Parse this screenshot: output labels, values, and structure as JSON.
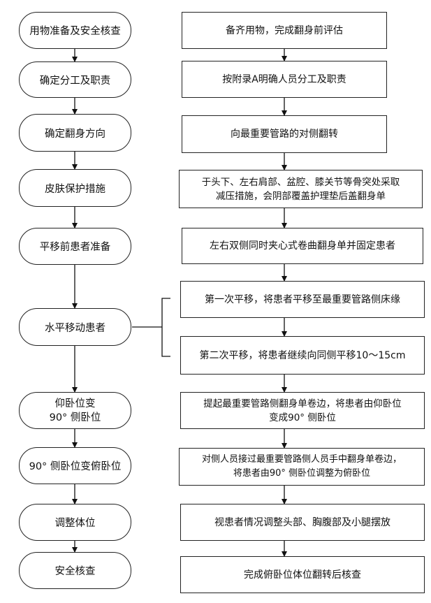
{
  "left_steps": [
    {
      "label": "用物准备及安全核查"
    },
    {
      "label": "确定分工及职责"
    },
    {
      "label": "确定翻身方向"
    },
    {
      "label": "皮肤保护措施"
    },
    {
      "label": "平移前患者准备"
    },
    {
      "label": "水平移动患者"
    },
    {
      "label": "仰卧位变\n90° 侧卧位"
    },
    {
      "label": "90° 侧卧位变俯卧位"
    },
    {
      "label": "调整体位"
    },
    {
      "label": "安全核查"
    }
  ],
  "right_steps": [
    {
      "label": "备齐用物，完成翻身前评估"
    },
    {
      "label": "按附录A明确人员分工及职责"
    },
    {
      "label": "向最重要管路的对侧翻转"
    },
    {
      "label": "于头下、左右肩部、盆腔、膝关节等骨突处采取\n减压措施，会阴部覆盖护理垫后盖翻身单"
    },
    {
      "label": "左右双侧同时夹心式卷曲翻身单并固定患者"
    },
    {
      "label": "第一次平移，将患者平移至最重要管路侧床缘"
    },
    {
      "label": "第二次平移，将患者继续向同侧平移10～15cm"
    },
    {
      "label": "提起最重要管路侧翻身单卷边，将患者由仰卧位\n变成90° 侧卧位"
    },
    {
      "label": "对侧人员接过最重要管路侧人员手中翻身单卷边，\n将患者由90° 侧卧位调整为俯卧位"
    },
    {
      "label": "视患者情况调整头部、胸腹部及小腿摆放"
    },
    {
      "label": "完成俯卧位体位翻转后核查"
    }
  ]
}
